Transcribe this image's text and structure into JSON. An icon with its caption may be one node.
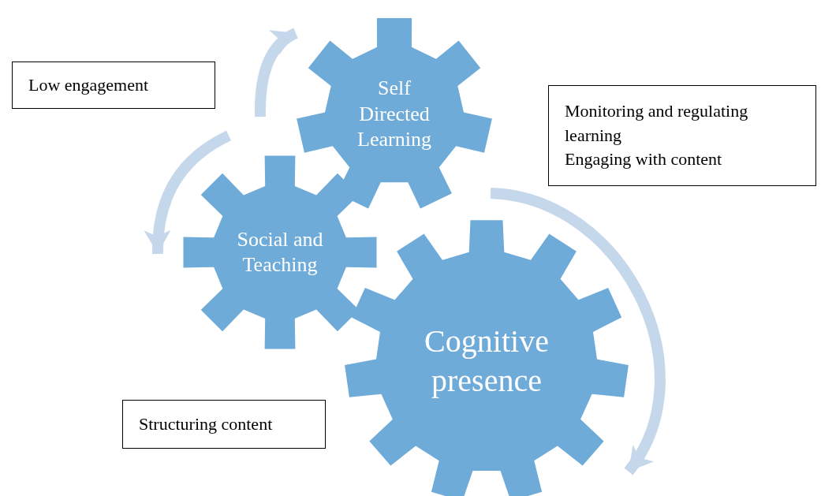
{
  "diagram": {
    "nodes": [
      {
        "text": [
          "Low engagement"
        ]
      },
      {
        "text": [
          "Self Directed Learning"
        ]
      },
      {
        "text": [
          "Monitoring and regulating learning",
          "Engaging with content"
        ]
      },
      {
        "text": [
          "Social and Teaching"
        ]
      },
      {
        "text": [
          "Cognitive presence"
        ]
      },
      {
        "text": [
          "Structuring content"
        ]
      }
    ],
    "edges": [
      {
        "from": null,
        "to": 1,
        "arrow": "to"
      },
      {
        "from": null,
        "to": 3,
        "arrow": "to"
      },
      {
        "from": null,
        "to": 4,
        "arrow": "to"
      }
    ]
  }
}
